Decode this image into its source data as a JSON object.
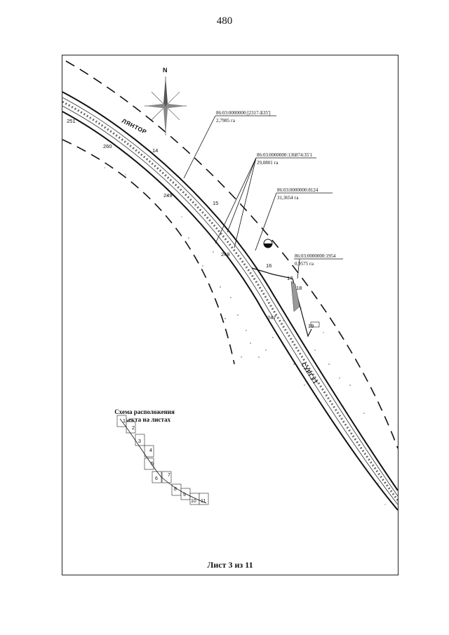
{
  "page_number": "480",
  "sheet_label": "Лист 3 из 11",
  "north_label": "N",
  "roads": {
    "from": "ЛЯНТОР",
    "to": "СУРГУТ"
  },
  "parcels": [
    {
      "code": "86:03:0000000:[2317-Б35']",
      "area": "2,7985 га"
    },
    {
      "code": "86:03:0000000:136874:35'1",
      "area": "29,0801 га"
    },
    {
      "code": "86:03:0000000:8124",
      "area": "31,3654 га"
    },
    {
      "code": "86:03:0000000:1954",
      "area": "0,9575 га"
    }
  ],
  "points": [
    "251",
    "260",
    "14",
    "249",
    "15",
    "248",
    "16",
    "17",
    "18",
    "247",
    "19"
  ],
  "scheme": {
    "title_line1": "Схема расположения",
    "title_line2": "объекта на листах",
    "sheets": [
      "1",
      "2",
      "3",
      "4",
      "5",
      "6",
      "7",
      "8",
      "9",
      "10",
      "11"
    ]
  }
}
